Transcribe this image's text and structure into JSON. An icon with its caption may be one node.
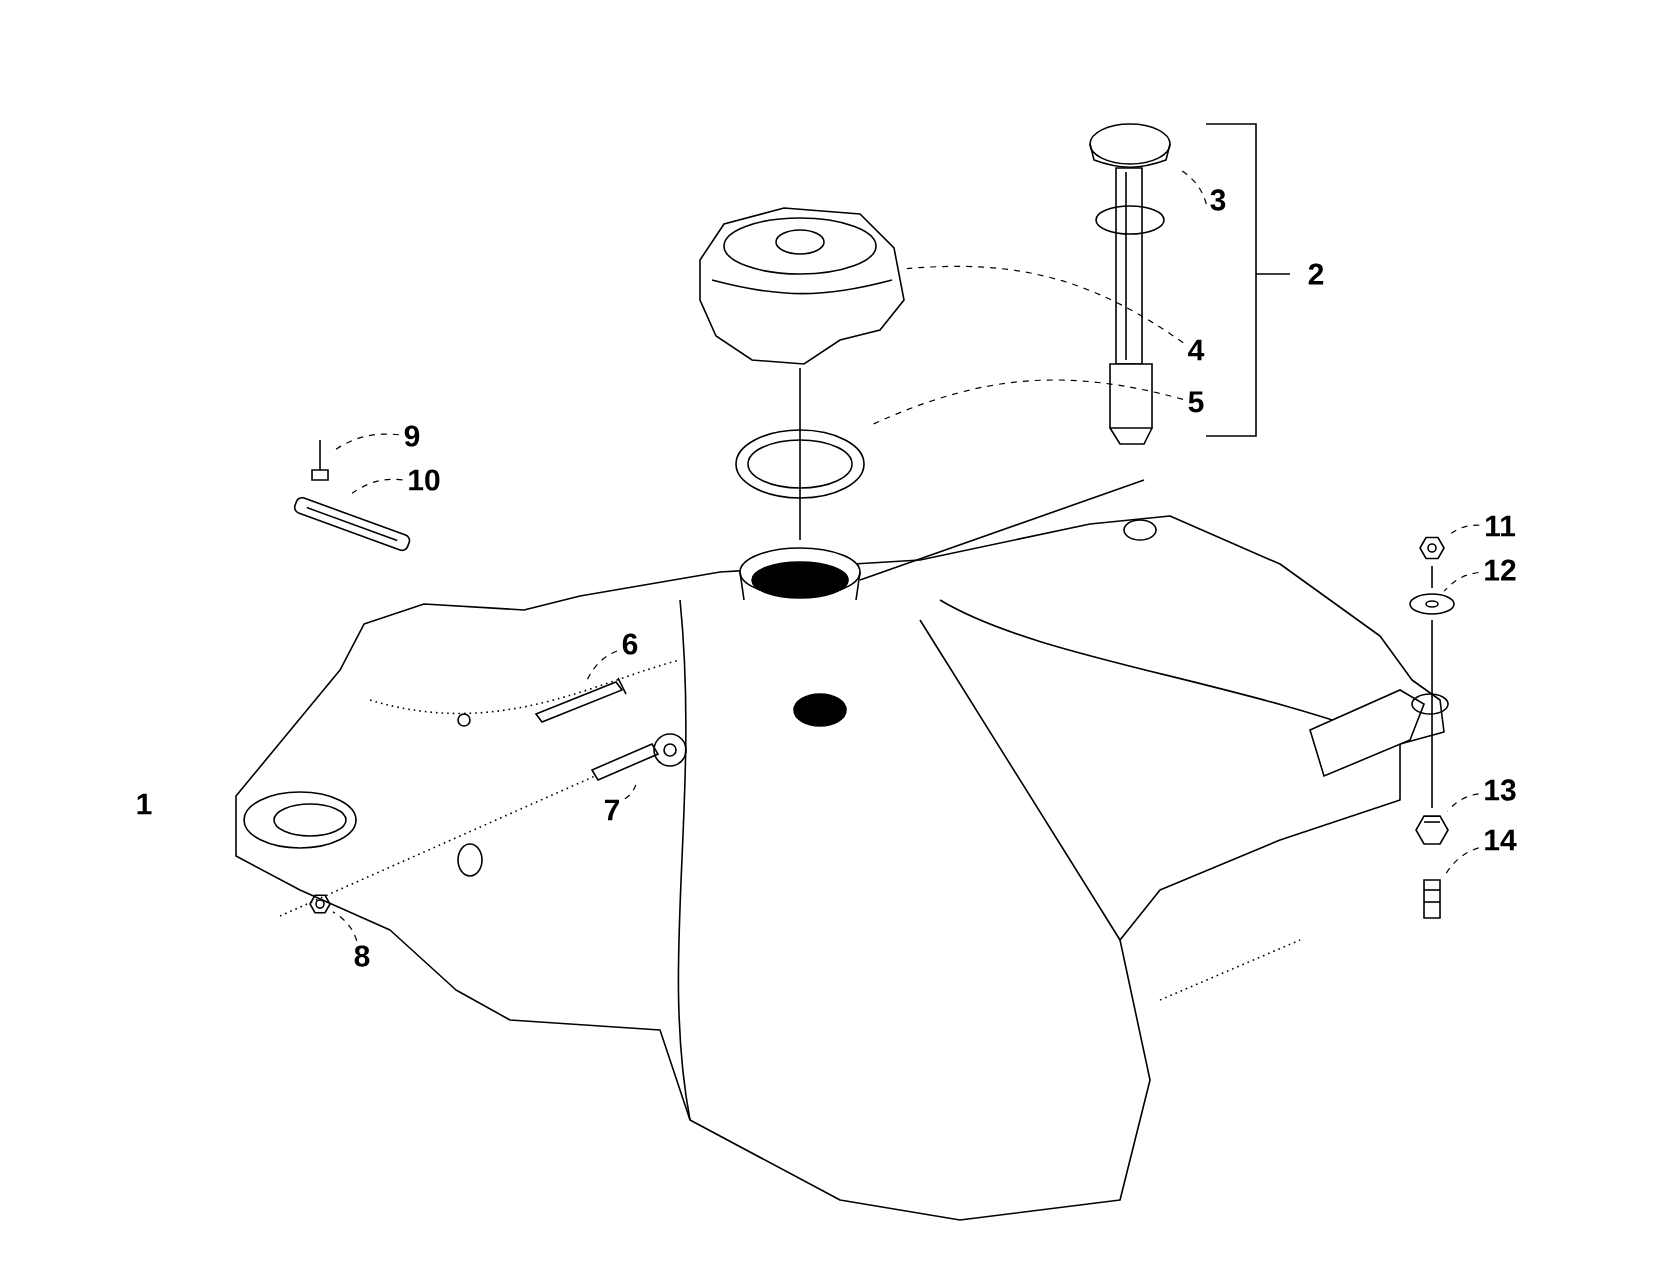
{
  "diagram": {
    "nodes": [
      {
        "text": [
          "3"
        ]
      },
      {
        "text": [],
        "shape": "picture"
      },
      {
        "text": [
          "4"
        ]
      },
      {
        "text": [],
        "shape": "picture"
      },
      {
        "text": [
          "5"
        ]
      },
      {
        "text": [],
        "shape": "picture"
      },
      {
        "text": [
          "6"
        ]
      },
      {
        "text": [],
        "shape": "picture"
      },
      {
        "text": [
          "7"
        ]
      },
      {
        "text": [],
        "shape": "picture"
      },
      {
        "text": [
          "8"
        ]
      },
      {
        "text": [],
        "shape": "picture"
      },
      {
        "text": [
          "9"
        ]
      },
      {
        "text": [],
        "shape": "picture"
      },
      {
        "text": [
          "10"
        ]
      },
      {
        "text": [],
        "shape": "picture"
      },
      {
        "text": [
          "11"
        ]
      },
      {
        "text": [],
        "shape": "picture"
      },
      {
        "text": [
          "12"
        ]
      },
      {
        "text": [],
        "shape": "picture"
      },
      {
        "text": [
          "13"
        ]
      },
      {
        "text": [],
        "shape": "picture"
      },
      {
        "text": [
          "14"
        ]
      },
      {
        "text": [],
        "shape": "picture"
      }
    ],
    "edges": [
      {
        "from": 0,
        "to": 1,
        "arrow": "none",
        "style": "dashed"
      },
      {
        "from": 2,
        "to": 3,
        "arrow": "none",
        "style": "dashed"
      },
      {
        "from": 4,
        "to": 5,
        "arrow": "none",
        "style": "dashed"
      },
      {
        "from": 6,
        "to": 7,
        "arrow": "none",
        "style": "dashed"
      },
      {
        "from": 8,
        "to": 9,
        "arrow": "none",
        "style": "dashed"
      },
      {
        "from": 10,
        "to": 11,
        "arrow": "none",
        "style": "dashed"
      },
      {
        "from": 12,
        "to": 13,
        "arrow": "none",
        "style": "dashed"
      },
      {
        "from": 14,
        "to": 15,
        "arrow": "none",
        "style": "dashed"
      },
      {
        "from": 16,
        "to": 17,
        "arrow": "none",
        "style": "dashed"
      },
      {
        "from": 18,
        "to": 19,
        "arrow": "none",
        "style": "dashed"
      },
      {
        "from": 20,
        "to": 21,
        "arrow": "none",
        "style": "dashed"
      },
      {
        "from": 22,
        "to": 23,
        "arrow": "none",
        "style": "dashed"
      }
    ],
    "labels": [
      "2",
      "1"
    ]
  }
}
